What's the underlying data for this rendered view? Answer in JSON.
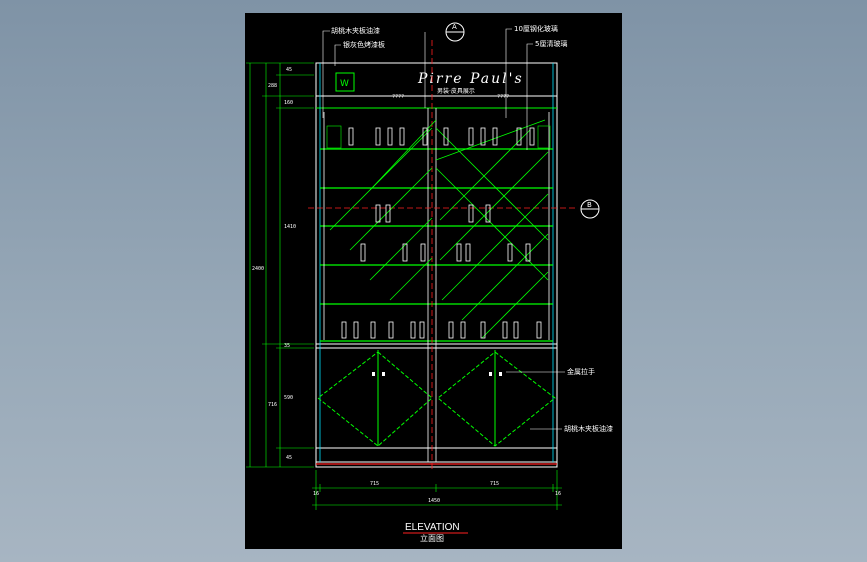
{
  "drawing": {
    "brand_text": "Pirre  Paul's",
    "brand_sub": "男装·皮具展示",
    "logo_text": "W",
    "unknown_labels": [
      "????",
      "????"
    ],
    "callouts_left": [
      "胡桃木夹板油漆",
      "银灰色烤漆板"
    ],
    "callouts_right": [
      "10厘钢化玻璃",
      "5厘清玻璃"
    ],
    "callouts_lower": [
      "金属拉手",
      "胡桃木夹板油漆"
    ],
    "section_marks": [
      "A",
      "B"
    ],
    "dims_left_inner": [
      "45",
      "160",
      "1410",
      "35",
      "590",
      "45"
    ],
    "dims_left_mid": [
      "288",
      "716"
    ],
    "dims_left_outer": "2400",
    "dims_bottom_segments": [
      "715",
      "715"
    ],
    "dims_bottom_ends": [
      "16",
      "16"
    ],
    "dims_bottom_total": "1450",
    "title_en": "ELEVATION",
    "title_cn": "立面图"
  },
  "colors": {
    "line_green": "#00ff00",
    "line_white": "#ffffff",
    "line_red": "#ff2020",
    "line_cyan": "#00e5ff",
    "sheet": "#000000"
  }
}
